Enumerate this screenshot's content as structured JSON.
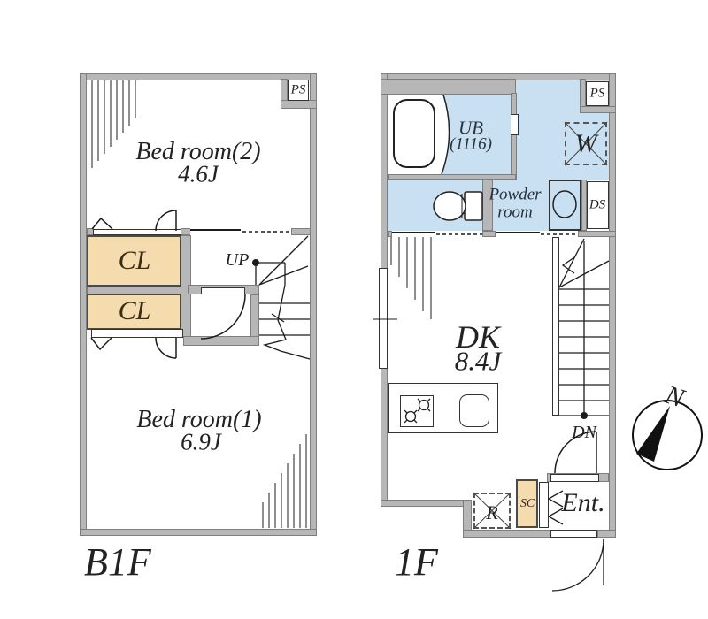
{
  "colors": {
    "wall": "#b7b7b7",
    "walledge": "#7e7e7e",
    "water": "#c8e0f1",
    "closet": "#f5dcae",
    "line": "#1c1c1c",
    "text": "#222222"
  },
  "b1f": {
    "floor_label": "B1F",
    "ps_label": "PS",
    "bedroom2": {
      "name": "Bed room(2)",
      "area": "4.6J"
    },
    "bedroom1": {
      "name": "Bed room(1)",
      "area": "6.9J"
    },
    "closet_upper_label": "CL",
    "closet_lower_label": "CL",
    "stairs_up_label": "UP"
  },
  "f1": {
    "floor_label": "1F",
    "ps_label": "PS",
    "unit_bath": {
      "name": "UB",
      "size": "(1116)"
    },
    "washer_label": "W",
    "powder_room": {
      "line1": "Powder",
      "line2": "room"
    },
    "duct_space_label": "DS",
    "dining_kitchen": {
      "name": "DK",
      "area": "8.4J"
    },
    "stairs_down_label": "DN",
    "refrigerator_label": "R",
    "shoe_closet_label": "SC",
    "entrance_label": "Ent."
  },
  "compass": {
    "north_label": "N"
  }
}
